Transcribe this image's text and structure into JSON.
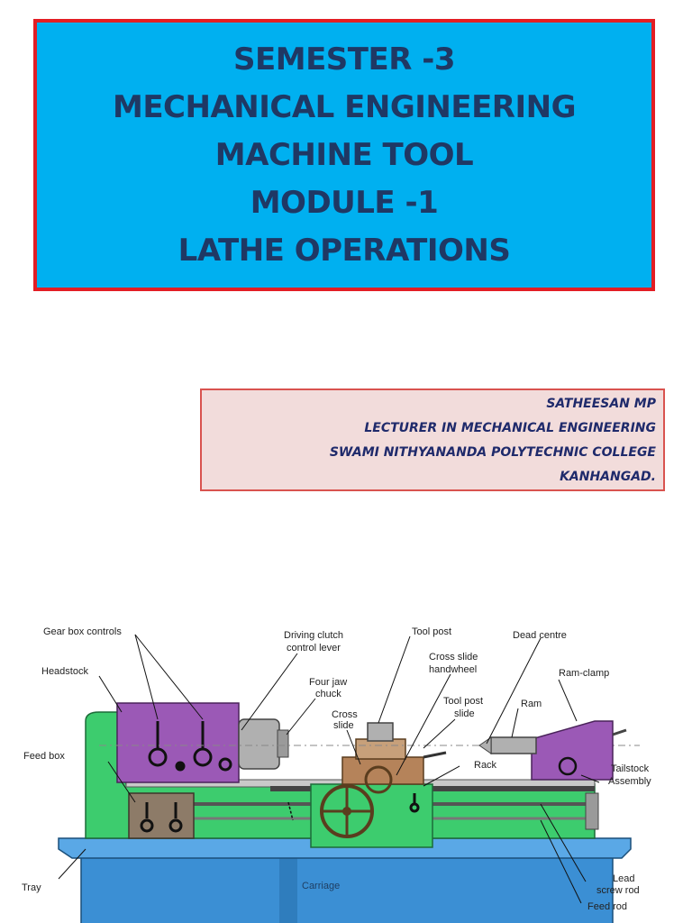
{
  "title": {
    "lines": [
      "SEMESTER -3",
      "MECHANICAL ENGINEERING",
      "MACHINE TOOL",
      "MODULE -1",
      "LATHE OPERATIONS"
    ]
  },
  "author": {
    "name": "SATHEESAN MP",
    "designation": "LECTURER IN MECHANICAL ENGINEERING",
    "institution": "SWAMI NITHYANANDA POLYTECHNIC COLLEGE",
    "place": "KANHANGAD."
  },
  "diagram": {
    "labels": {
      "gear_box_controls": "Gear box controls",
      "driving_clutch_1": "Driving clutch",
      "driving_clutch_2": "control lever",
      "tool_post": "Tool post",
      "dead_centre": "Dead centre",
      "headstock": "Headstock",
      "cross_slide_handwheel_1": "Cross slide",
      "cross_slide_handwheel_2": "handwheel",
      "ram_clamp": "Ram-clamp",
      "four_jaw_1": "Four jaw",
      "four_jaw_2": "chuck",
      "tool_post_slide_1": "Tool post",
      "tool_post_slide_2": "slide",
      "ram": "Ram",
      "cross_slide_1": "Cross",
      "cross_slide_2": "slide",
      "feed_box": "Feed box",
      "rack": "Rack",
      "tailstock_1": "Tailstock",
      "tailstock_2": "Assembly",
      "tray": "Tray",
      "carriage": "Carriage",
      "lead_screw_1": "Lead",
      "lead_screw_2": "screw rod",
      "feed_rod": "Feed rod"
    }
  }
}
